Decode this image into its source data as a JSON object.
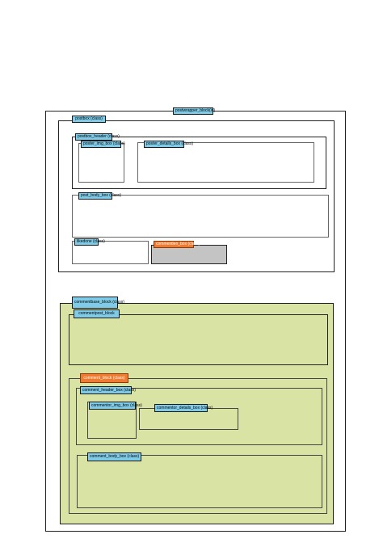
{
  "diagram": {
    "labels": {
      "postwrapper": "postwrapper_block(id)",
      "postbox": "postbox (class)",
      "postbox_header": "postbox_header (class)",
      "poster_img": "poster_img_box (class)",
      "poster_details": "poster_details_box (class)",
      "post_body": "post_body_box (class)",
      "likedone": "likedone (class)",
      "commentlen": "commentlen_box (class)",
      "commentbase": "commentbase_block (class)",
      "commentpost": "commentpost_block",
      "comment_block": "comment_block (class)",
      "comment_header": "comment_header_box (class)",
      "commentor_img": "commentor_img_box (class)",
      "commentor_details": "commentor_details_box (class)",
      "comment_body": "comment_body_box (class)"
    },
    "colors": {
      "label_fill": "#7fcbe8",
      "highlight_fill": "#f07a2e",
      "comment_area_fill": "#d9e3a3",
      "gray_fill": "#c4c4c4"
    }
  }
}
